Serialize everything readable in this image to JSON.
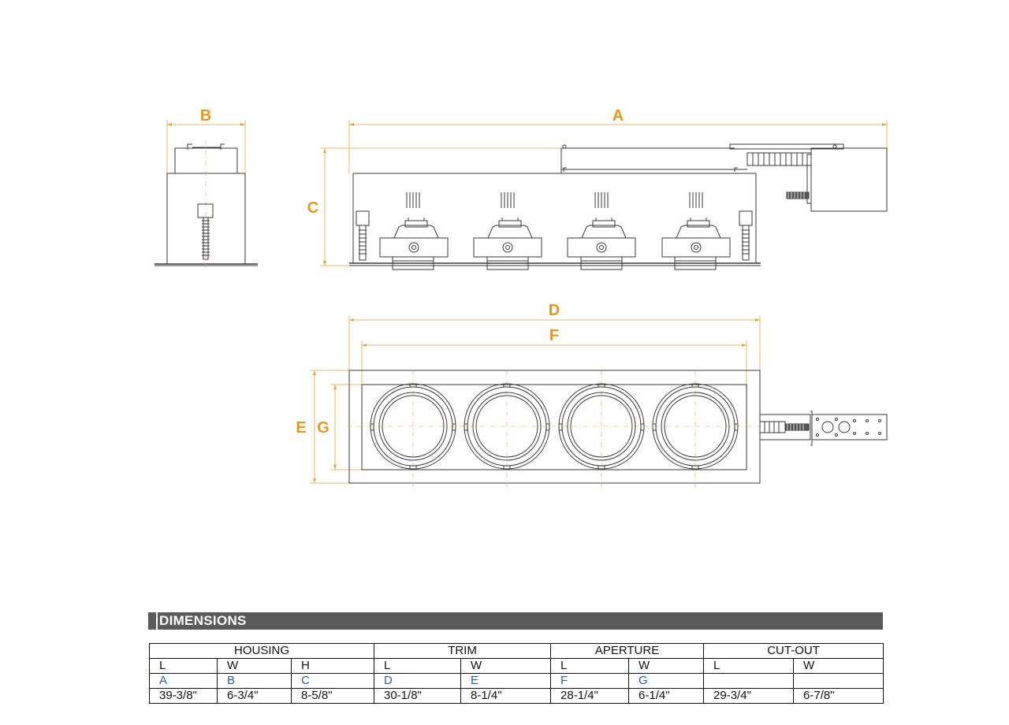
{
  "drawing": {
    "labels": {
      "a": "A",
      "b": "B",
      "c": "C",
      "d": "D",
      "e": "E",
      "f": "F",
      "g": "G"
    },
    "colors": {
      "dimension": "#e8961e",
      "line": "#3a3a3a",
      "letter_row": "#2a5db0",
      "header_bar": "#5a5a5a"
    }
  },
  "dimensions": {
    "title": "DIMENSIONS",
    "groups": [
      "HOUSING",
      "TRIM",
      "APERTURE",
      "CUT-OUT"
    ],
    "subheaders": [
      "L",
      "W",
      "H",
      "L",
      "W",
      "L",
      "W",
      "L",
      "W"
    ],
    "letters": [
      "A",
      "B",
      "C",
      "D",
      "E",
      "F",
      "G",
      "",
      ""
    ],
    "values": [
      "39-3/8\"",
      "6-3/4\"",
      "8-5/8\"",
      "30-1/8\"",
      "8-1/4\"",
      "28-1/4\"",
      "6-1/4\"",
      "29-3/4\"",
      "6-7/8\""
    ]
  }
}
